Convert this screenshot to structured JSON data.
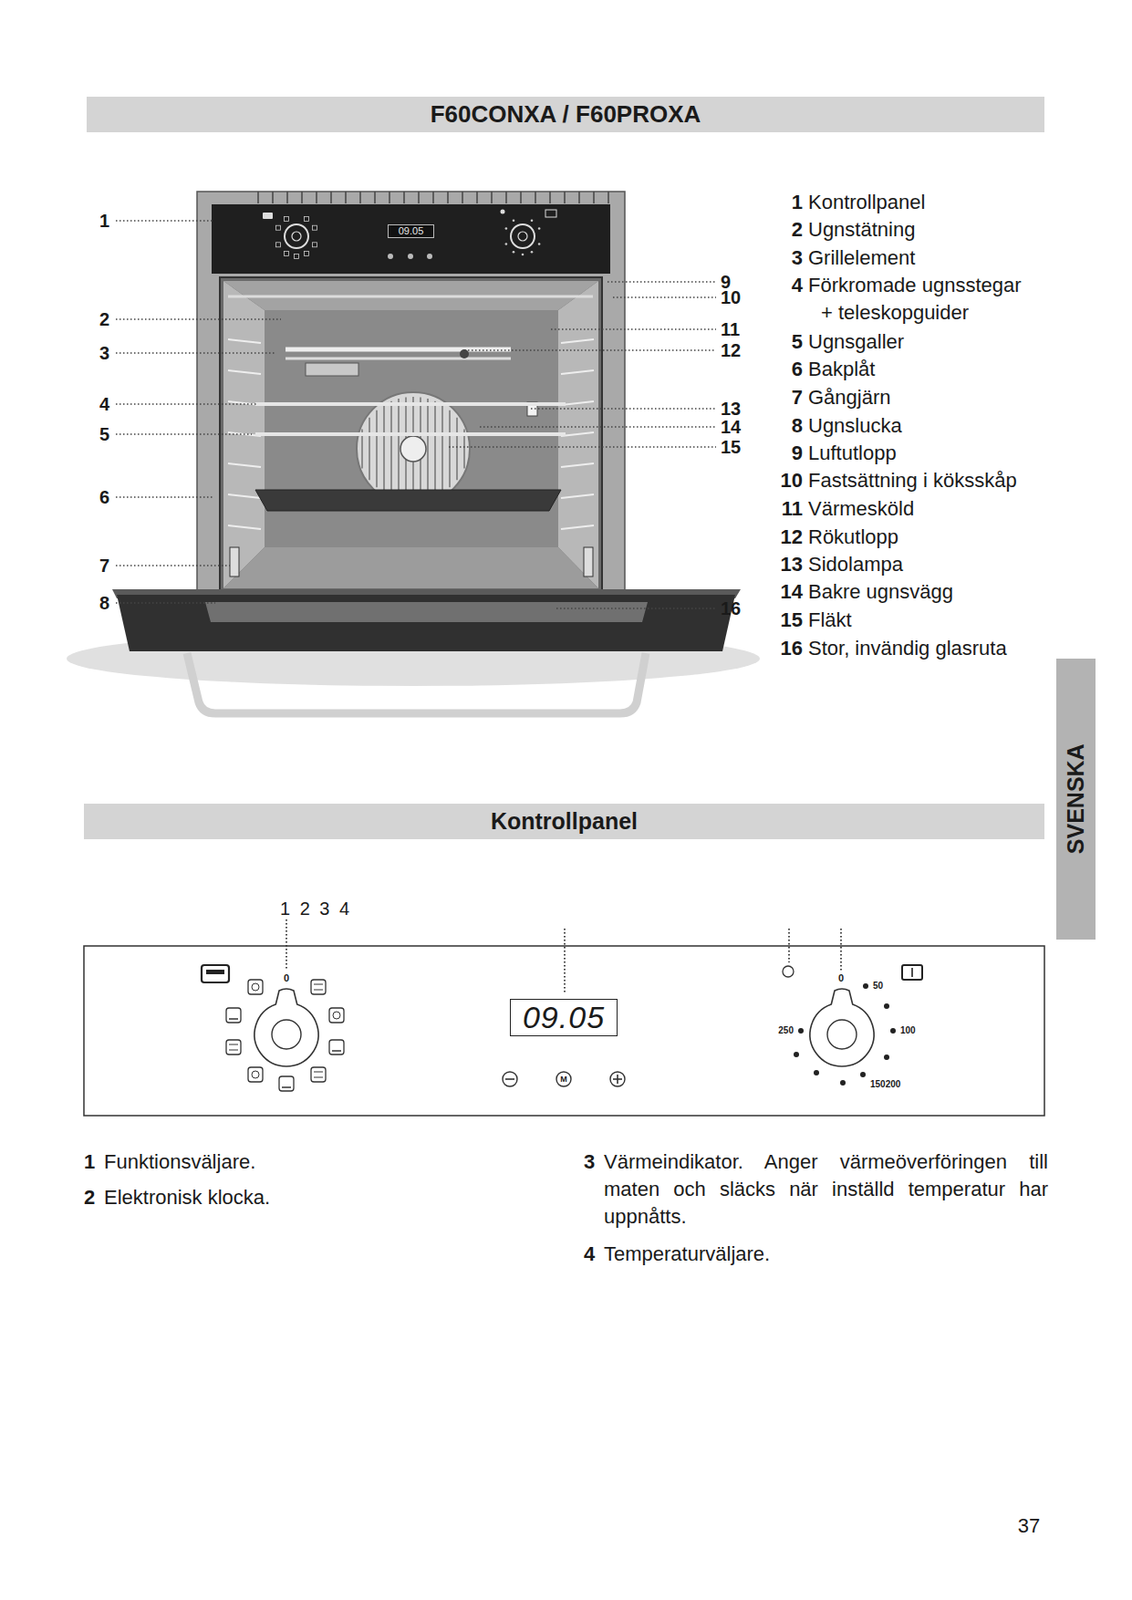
{
  "diagram": {
    "title": "F60CONXA / F60PROXA",
    "nodes": [
      {
        "text": [
          "09.05"
        ]
      },
      {
        "text": [
          "SVENSKA"
        ]
      },
      {
        "text": [
          "Kontrollpanel"
        ]
      },
      {
        "text": [
          "09.05"
        ]
      }
    ],
    "labels": [
      "1",
      "2",
      "3",
      "4",
      "5",
      "6",
      "7",
      "8",
      "9",
      "10",
      "11",
      "12",
      "13",
      "14",
      "15",
      "16",
      "1",
      "Kontrollpanel",
      "2",
      "Ugnstätning",
      "3",
      "Grillelement",
      "4",
      "Förkromade ugnsstegar + teleskopguider",
      "5",
      "Ugnsgaller",
      "6",
      "Bakplåt",
      "7",
      "Gångjärn",
      "8",
      "Ugnslucka",
      "9",
      "Luftutlopp",
      "10",
      "Fastsättning i köksskåp",
      "11",
      "Värmesköld",
      "12",
      "Rökutlopp",
      "13",
      "Sidolampa",
      "14",
      "Bakre ugnsvägg",
      "15",
      "Fläkt",
      "16",
      "Stor, invändig glasruta",
      "1 2 3 4",
      "0",
      "0",
      "50",
      "250",
      "100",
      "M",
      "150200",
      "1",
      "Funktionsväljare.",
      "2",
      "Elektronisk klocka.",
      "3",
      "Värmeindikator. Anger värmeöverföringen till maten och släcks när inställd temperatur har uppnåtts.",
      "4",
      "Temperaturväljare.",
      "37"
    ]
  }
}
